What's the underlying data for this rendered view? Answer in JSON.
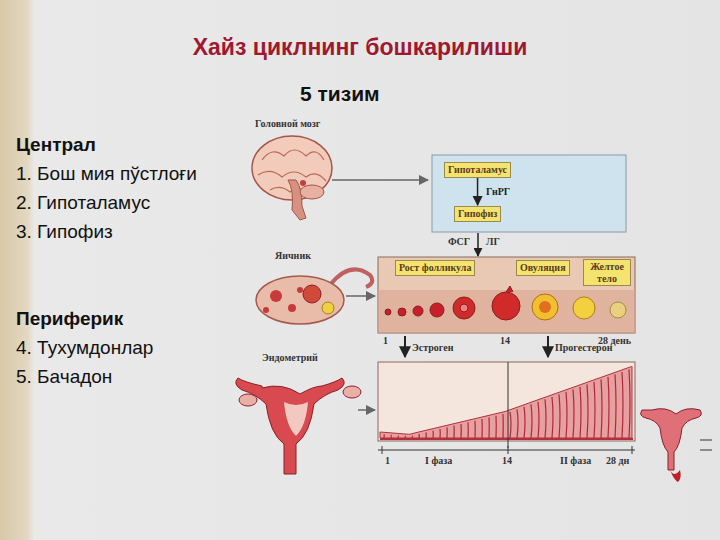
{
  "diagram": {
    "title": "Хайз циклнинг бошкарилиши",
    "nodes": [
      {
        "text": [
          "Гипоталамус"
        ]
      },
      {
        "text": [
          "Гипофиз"
        ]
      },
      {
        "text": [
          "Рост фолликула"
        ]
      },
      {
        "text": [
          "Овуляция"
        ]
      },
      {
        "text": [
          "Желтое тело"
        ]
      }
    ],
    "edges": [
      {
        "from": 0,
        "to": 1,
        "label": "ГнРГ",
        "arrow": "to"
      }
    ],
    "labels": [
      "5 тизим",
      "Централ",
      "1. Бош мия пўстлоғи",
      "2. Гипоталамус",
      "3. Гипофиз",
      "Периферик",
      "4. Тухумдонлар",
      "5. Бачадон",
      "Головной мозг",
      "ФСГ",
      "ЛГ",
      "Яичник",
      "1",
      "14",
      "28 день",
      "Эстроген",
      "Прогестерон",
      "Эндометрий",
      "1",
      "I фаза",
      "14",
      "II фаза",
      "28 дн"
    ]
  }
}
